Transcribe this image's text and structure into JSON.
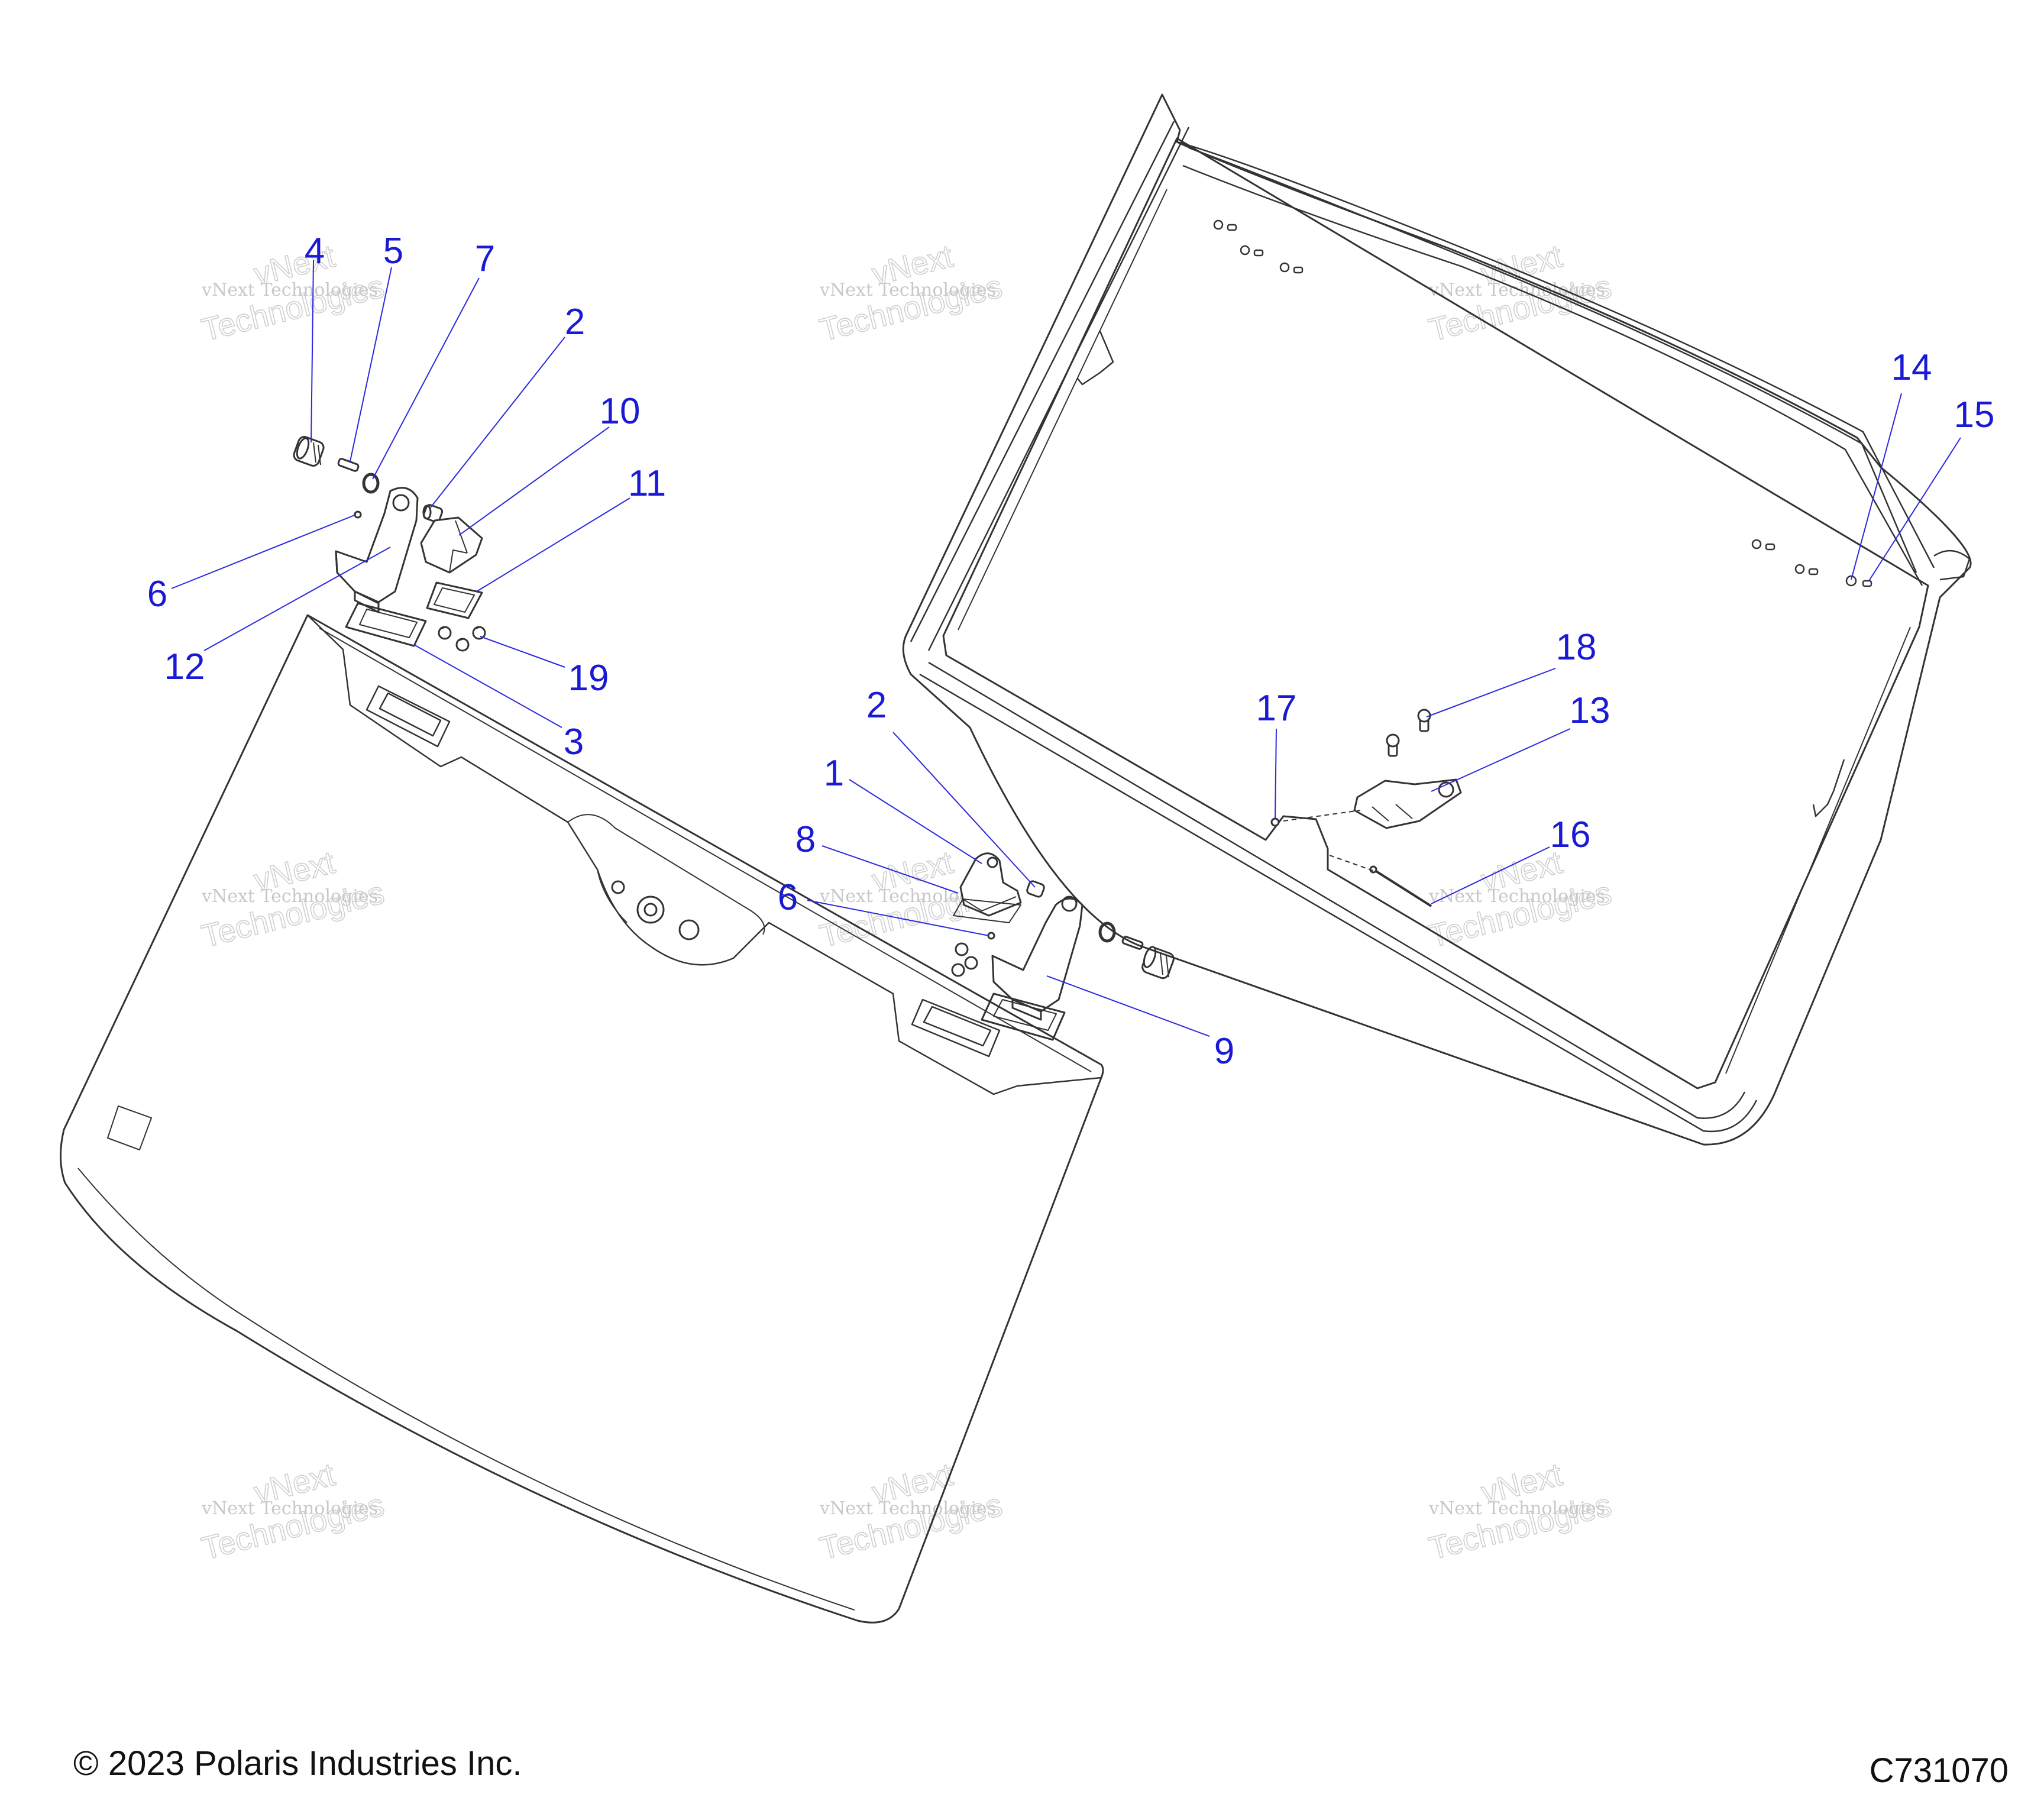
{
  "diagram": {
    "callout_labels": [
      "1",
      "2",
      "3",
      "4",
      "5",
      "6",
      "7",
      "8",
      "9",
      "10",
      "11",
      "12",
      "13",
      "14",
      "15",
      "16",
      "17",
      "18",
      "19"
    ],
    "callouts": [
      {
        "id": "c4",
        "label": "4"
      },
      {
        "id": "c5",
        "label": "5"
      },
      {
        "id": "c7",
        "label": "7"
      },
      {
        "id": "c2a",
        "label": "2"
      },
      {
        "id": "c10",
        "label": "10"
      },
      {
        "id": "c11",
        "label": "11"
      },
      {
        "id": "c6a",
        "label": "6"
      },
      {
        "id": "c12",
        "label": "12"
      },
      {
        "id": "c19",
        "label": "19"
      },
      {
        "id": "c3",
        "label": "3"
      },
      {
        "id": "c2b",
        "label": "2"
      },
      {
        "id": "c1",
        "label": "1"
      },
      {
        "id": "c8",
        "label": "8"
      },
      {
        "id": "c6b",
        "label": "6"
      },
      {
        "id": "c9",
        "label": "9"
      },
      {
        "id": "c14",
        "label": "14"
      },
      {
        "id": "c15",
        "label": "15"
      },
      {
        "id": "c18",
        "label": "18"
      },
      {
        "id": "c13",
        "label": "13"
      },
      {
        "id": "c17",
        "label": "17"
      },
      {
        "id": "c16",
        "label": "16"
      }
    ],
    "watermark": {
      "line_a": "vNext Technologies",
      "line_b1": "vNext",
      "line_b2": "Technologies"
    },
    "colors": {
      "callout_text": "#1a1ad6",
      "leader_line": "#2a2ae0",
      "part_outline": "#333333",
      "watermark": "#c8c8c8"
    }
  },
  "footer": {
    "copyright": "© 2023 Polaris Industries Inc.",
    "drawing_code": "C731070"
  }
}
